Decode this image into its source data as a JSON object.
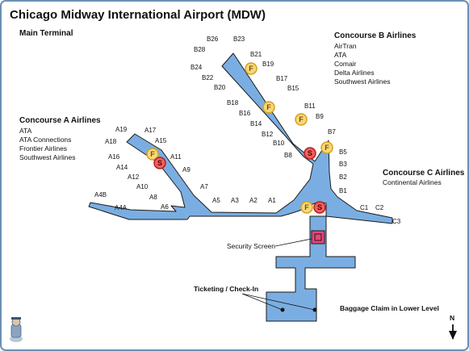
{
  "title": "Chicago Midway International Airport (MDW)",
  "main_terminal": "Main Terminal",
  "concourse_a": {
    "heading": "Concourse A Airlines",
    "airlines": [
      "ATA",
      "ATA Connections",
      "Frontier Airlines",
      "Southwest Airlines"
    ],
    "gates": [
      "A19",
      "A17",
      "A18",
      "A15",
      "A16",
      "A11",
      "A14",
      "A9",
      "A12",
      "A10",
      "A4B",
      "A8",
      "A4A",
      "A6",
      "A7",
      "A5",
      "A3",
      "A2",
      "A1"
    ]
  },
  "concourse_b": {
    "heading": "Concourse B Airlines",
    "airlines": [
      "AirTran",
      "ATA",
      "Comair",
      "Delta Airlines",
      "Southwest Airlines"
    ],
    "gates": [
      "B26",
      "B23",
      "B28",
      "B21",
      "B19",
      "B24",
      "B22",
      "B17",
      "B20",
      "B15",
      "B18",
      "B11",
      "B16",
      "B9",
      "B14",
      "B12",
      "B7",
      "B10",
      "B8",
      "B5",
      "B3",
      "B2",
      "B1"
    ]
  },
  "concourse_c": {
    "heading": "Concourse C Airlines",
    "airlines": [
      "Continental Airlines"
    ],
    "gates": [
      "C1",
      "C2",
      "C3"
    ]
  },
  "labels": {
    "security": "Security Screen",
    "ticketing": "Ticketing / Check-In",
    "baggage": "Baggage Claim in Lower Level",
    "north": "N"
  },
  "icons": {
    "food": {
      "symbol": "F",
      "name": "food-icon",
      "fill": "#f7d87a",
      "stroke": "#d7a21c"
    },
    "shop": {
      "symbol": "S",
      "name": "shop-icon",
      "fill": "#f06060",
      "stroke": "#b52020"
    }
  },
  "colors": {
    "terminal": "#7aaee2",
    "terminal_edge": "#1a1a1a",
    "security": "#e8457a",
    "frame": "#6a8fb4"
  }
}
